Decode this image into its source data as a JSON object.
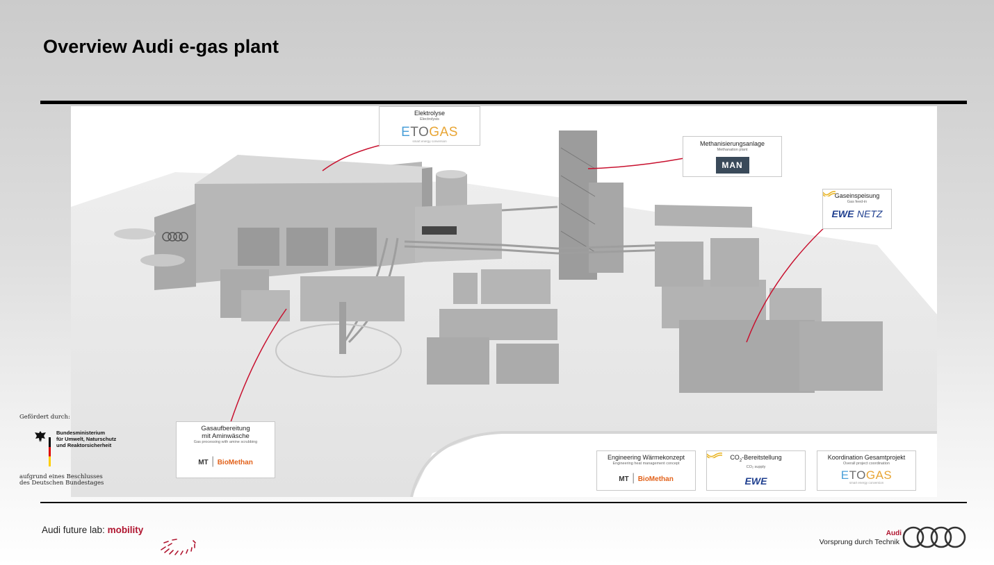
{
  "title": "Overview Audi e-gas plant",
  "callouts": {
    "elektrolyse": {
      "de": "Elektrolyse",
      "en": "Electrolysis",
      "logo_parts": [
        "E",
        "TO",
        "GAS"
      ],
      "tagline": "smart energy conversion"
    },
    "methanisierung": {
      "de": "Methanisierungsanlage",
      "en": "Methanation plant",
      "logo": "MAN"
    },
    "gaseinspeisung": {
      "de": "Gaseinspeisung",
      "en": "Gas feed-in",
      "logo_a": "EWE",
      "logo_b": "NETZ"
    },
    "gasaufbereitung": {
      "de_line1": "Gasaufbereitung",
      "de_line2": "mit Aminwäsche",
      "en": "Gas processing with amine scrubbing",
      "logo_a": "MT",
      "logo_b": "BioMethan"
    },
    "engineering": {
      "de": "Engineering Wärmekonzept",
      "en": "Engineering heat management concept",
      "logo_a": "MT",
      "logo_b": "BioMethan"
    },
    "co2": {
      "de_a": "CO",
      "de_sub": "2",
      "de_b": "-Bereitstellung",
      "en": "CO₂ supply",
      "logo": "EWE"
    },
    "koordination": {
      "de": "Koordination Gesamtprojekt",
      "en": "Overall project coordination",
      "logo_parts": [
        "E",
        "TO",
        "GAS"
      ],
      "tagline": "smart energy conversion"
    }
  },
  "sponsor": {
    "gefoerdert": "Gefördert durch:",
    "ministry_lines": [
      "Bundesministerium",
      "für Umwelt, Naturschutz",
      "und Reaktorsicherheit"
    ],
    "beschluss_lines": [
      "aufgrund eines Beschlusses",
      "des Deutschen Bundestages"
    ]
  },
  "footer": {
    "futurelab": "Audi future lab: ",
    "mobility": "mobility",
    "audi": "Audi",
    "vorsprung": "Vorsprung durch Technik"
  },
  "colors": {
    "audi_red": "#b0152f",
    "etogas_blue": "#4a9fd8",
    "etogas_orange": "#e8a534",
    "ewe_blue": "#1f3f8f",
    "biomethan_orange": "#e2621b",
    "leader_red": "#c8102e"
  }
}
